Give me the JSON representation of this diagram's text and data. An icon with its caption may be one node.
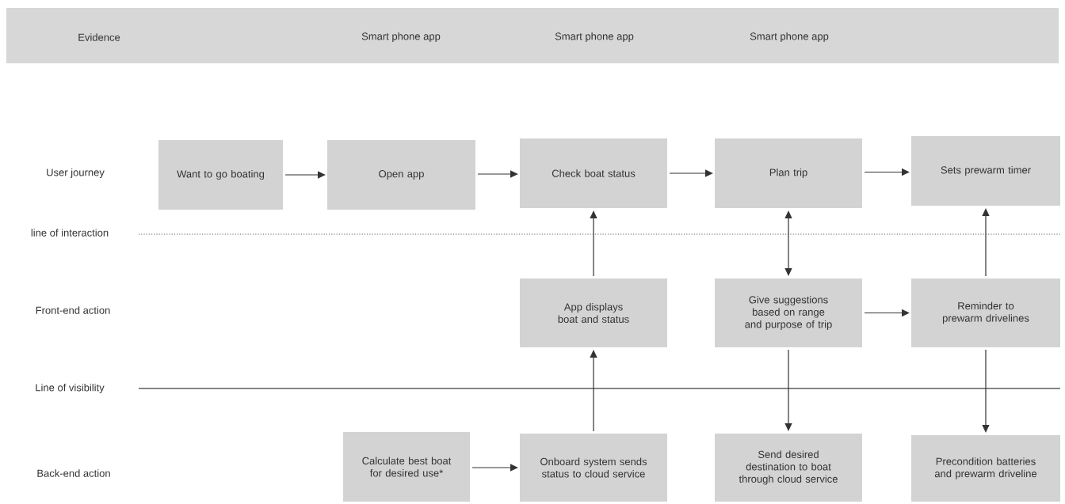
{
  "diagram": {
    "nodes": [
      {
        "text": [
          "Want to go boating"
        ]
      },
      {
        "text": [
          "Open app"
        ]
      },
      {
        "text": [
          "Check boat status"
        ]
      },
      {
        "text": [
          "Plan trip"
        ]
      },
      {
        "text": [
          "Sets prewarm timer"
        ]
      },
      {
        "text": [
          "App displays boat and status"
        ]
      },
      {
        "text": [
          "Give suggestions based on range and purpose of trip"
        ]
      },
      {
        "text": [
          "Reminder to prewarm drivelines"
        ]
      },
      {
        "text": [
          "Calculate best boat for desired use*"
        ]
      },
      {
        "text": [
          "Onboard system sends status to cloud service"
        ]
      },
      {
        "text": [
          "Send desired destination to boat through cloud service"
        ]
      },
      {
        "text": [
          "Precondition batteries and prewarm driveline"
        ]
      }
    ],
    "edges": [
      {
        "from": 0,
        "to": 1,
        "arrow": "to"
      },
      {
        "from": 1,
        "to": 2,
        "arrow": "to"
      },
      {
        "from": 2,
        "to": 3,
        "arrow": "to"
      },
      {
        "from": 3,
        "to": 4,
        "arrow": "to"
      },
      {
        "from": 5,
        "to": 2,
        "arrow": "to"
      },
      {
        "from": 3,
        "to": 6,
        "arrow": "both"
      },
      {
        "from": 6,
        "to": 7,
        "arrow": "to"
      },
      {
        "from": 7,
        "to": 4,
        "arrow": "to"
      },
      {
        "from": 9,
        "to": 5,
        "arrow": "to"
      },
      {
        "from": 6,
        "to": 10,
        "arrow": "to"
      },
      {
        "from": 7,
        "to": 11,
        "arrow": "to"
      },
      {
        "from": 8,
        "to": 9,
        "arrow": "to"
      }
    ],
    "labels": [
      "Evidence",
      "Smart phone app",
      "Smart phone app",
      "Smart phone app",
      "User journey",
      "line of interaction",
      "Front-end action",
      "Line of visibility",
      "Back-end action"
    ]
  }
}
